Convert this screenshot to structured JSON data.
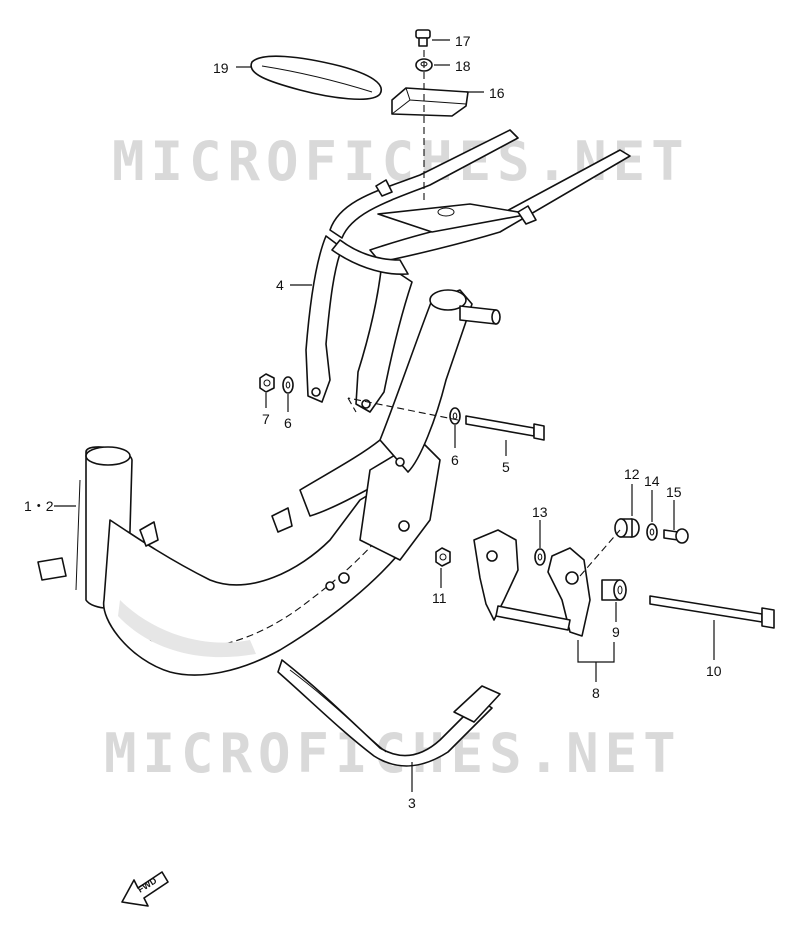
{
  "watermark": {
    "text": "MICROFICHES.NET"
  },
  "fwd_label": "FWD",
  "callouts": [
    {
      "id": "c17",
      "text": "17"
    },
    {
      "id": "c18",
      "text": "18"
    },
    {
      "id": "c19",
      "text": "19"
    },
    {
      "id": "c16",
      "text": "16"
    },
    {
      "id": "c4",
      "text": "4"
    },
    {
      "id": "c7",
      "text": "7"
    },
    {
      "id": "c6a",
      "text": "6"
    },
    {
      "id": "c6b",
      "text": "6"
    },
    {
      "id": "c5",
      "text": "5"
    },
    {
      "id": "c12",
      "text": "12"
    },
    {
      "id": "c14",
      "text": "14"
    },
    {
      "id": "c15",
      "text": "15"
    },
    {
      "id": "c13",
      "text": "13"
    },
    {
      "id": "c1_2",
      "text": "1・2"
    },
    {
      "id": "c11",
      "text": "11"
    },
    {
      "id": "c9",
      "text": "9"
    },
    {
      "id": "c10",
      "text": "10"
    },
    {
      "id": "c8",
      "text": "8"
    },
    {
      "id": "c3",
      "text": "3"
    }
  ]
}
